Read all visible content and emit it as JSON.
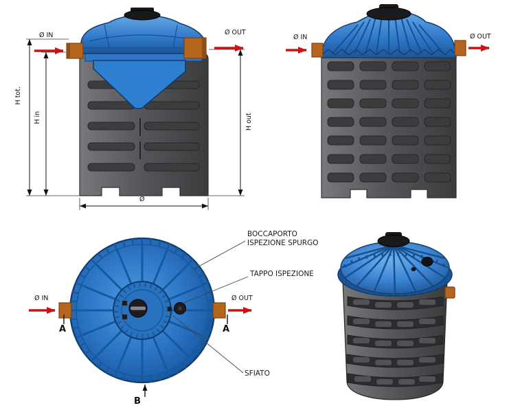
{
  "drawing": {
    "type": "technical-diagram",
    "subject": "cylindrical storage tank - section, side, plan and perspective views",
    "colors": {
      "lid_blue": "#2e77c8",
      "body_gray": "#4a4b4d",
      "fitting_orange": "#b5651d",
      "arrow_red": "#c81414",
      "line_black": "#111111"
    },
    "section_view": {
      "inlet_label": "Ø IN",
      "outlet_label": "Ø OUT",
      "dim_total_height": "H tot.",
      "dim_inlet_height": "H in",
      "dim_outlet_height": "H out",
      "dim_diameter": "Ø"
    },
    "side_view": {
      "inlet_label": "Ø IN",
      "outlet_label": "Ø OUT"
    },
    "top_view": {
      "inlet_label": "Ø IN",
      "outlet_label": "Ø OUT",
      "section_marker_left": "A",
      "section_marker_right": "A",
      "section_marker_bottom": "B",
      "callout_manhole_line1": "BOCCAPORTO",
      "callout_manhole_line2": "ISPEZIONE SPURGO",
      "callout_inspection_cap": "TAPPO ISPEZIONE",
      "callout_vent": "SFIATO"
    }
  }
}
